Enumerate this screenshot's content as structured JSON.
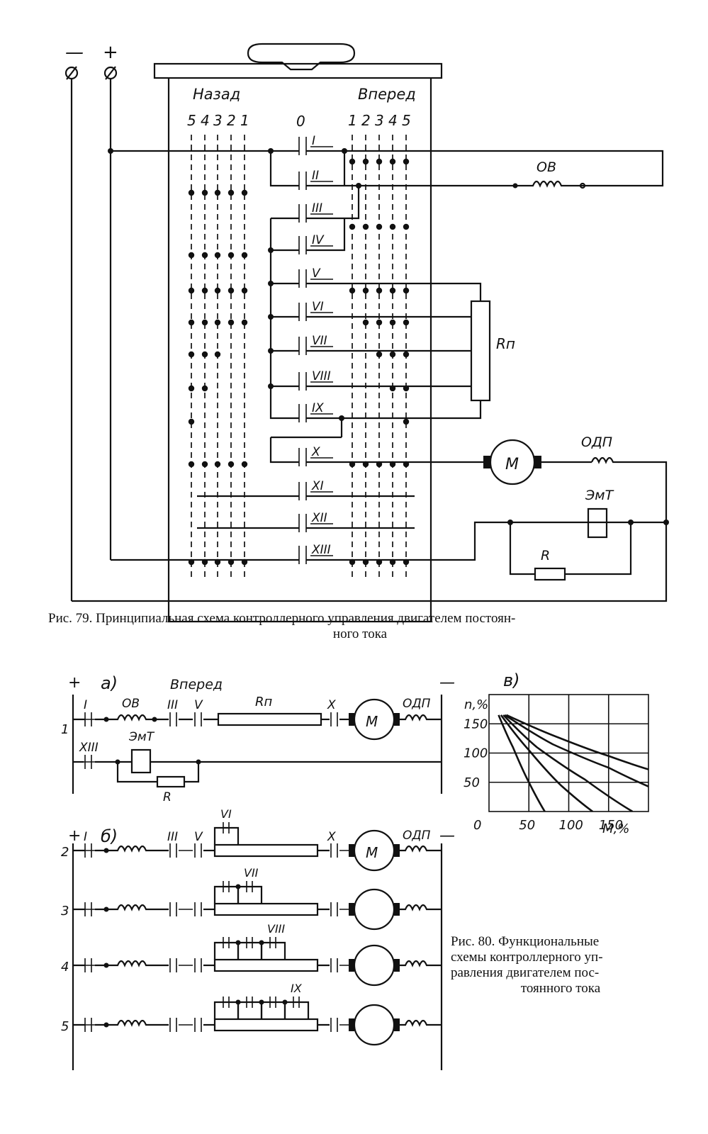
{
  "fig79": {
    "terminals": {
      "minus": "—",
      "plus": "+"
    },
    "labels": {
      "back": "Назад",
      "forward": "Вперед",
      "zero": "0"
    },
    "positions_back": [
      "5",
      "4",
      "3",
      "2",
      "1"
    ],
    "positions_forward": [
      "1",
      "2",
      "3",
      "4",
      "5"
    ],
    "contacts": [
      "I",
      "II",
      "III",
      "IV",
      "V",
      "VI",
      "VII",
      "VIII",
      "IX",
      "X",
      "XI",
      "XII",
      "XIII"
    ],
    "components": {
      "field": "ОВ",
      "resistor_start": "Rп",
      "motor": "М",
      "commutation": "ОДП",
      "brake": "ЭмТ",
      "resistor": "R"
    },
    "caption_line1": "Рис. 79. Принципиальная схема контроллерного управления двигателем постоян-",
    "caption_line2": "ного тока"
  },
  "fig80": {
    "panel_a": "а)",
    "panel_b": "б)",
    "panel_c": "в)",
    "forward": "Вперед",
    "plus": "+",
    "minus": "—",
    "row_numbers": [
      "1",
      "2",
      "3",
      "4",
      "5"
    ],
    "row_contacts": {
      "r2": "VI",
      "r3": "VII",
      "r4": "VIII",
      "r5": "IX"
    },
    "caption_lines": [
      "Рис. 80.  Функциональные",
      "схемы  контроллерного  уп-",
      "равления  двигателем  пос-",
      "тоянного тока"
    ]
  },
  "chart_data": {
    "type": "line",
    "xlabel": "М,%",
    "ylabel": "n,%",
    "xlim": [
      0,
      200
    ],
    "ylim": [
      0,
      200
    ],
    "x_ticks": [
      "0",
      "50",
      "100",
      "150"
    ],
    "y_ticks": [
      "50",
      "100",
      "150"
    ],
    "grid": true,
    "series": [
      {
        "x": [
          12,
          30,
          50,
          70
        ],
        "y": [
          165,
          110,
          50,
          0
        ]
      },
      {
        "x": [
          15,
          50,
          90,
          130
        ],
        "y": [
          165,
          105,
          45,
          0
        ]
      },
      {
        "x": [
          18,
          60,
          120,
          180
        ],
        "y": [
          165,
          110,
          55,
          0
        ]
      },
      {
        "x": [
          20,
          80,
          150,
          205
        ],
        "y": [
          165,
          115,
          75,
          40
        ]
      },
      {
        "x": [
          22,
          90,
          150,
          205
        ],
        "y": [
          165,
          125,
          95,
          70
        ]
      }
    ]
  }
}
